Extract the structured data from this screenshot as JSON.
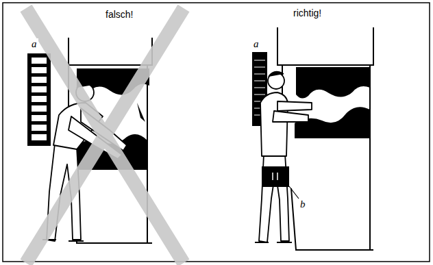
{
  "diagram": {
    "labels": [
      "falsch!",
      "a",
      "richtig!",
      "a",
      "b"
    ]
  }
}
